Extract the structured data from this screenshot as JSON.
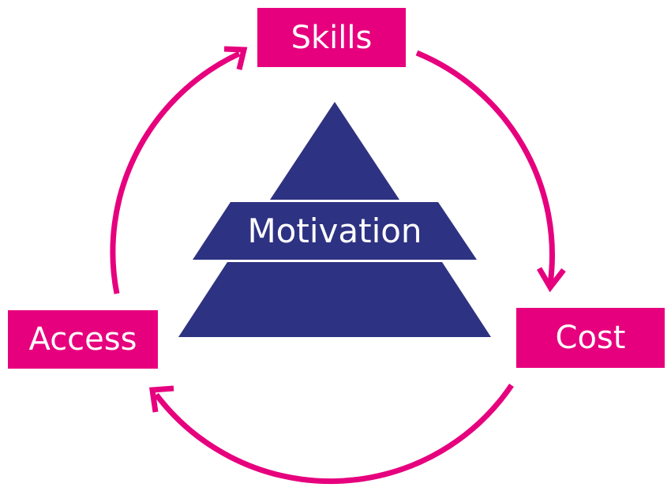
{
  "nodes": {
    "top": "Skills",
    "right": "Cost",
    "left": "Access",
    "center": "Motivation"
  },
  "colors": {
    "accent": "#E6007E",
    "pyramid": "#2E3282"
  }
}
